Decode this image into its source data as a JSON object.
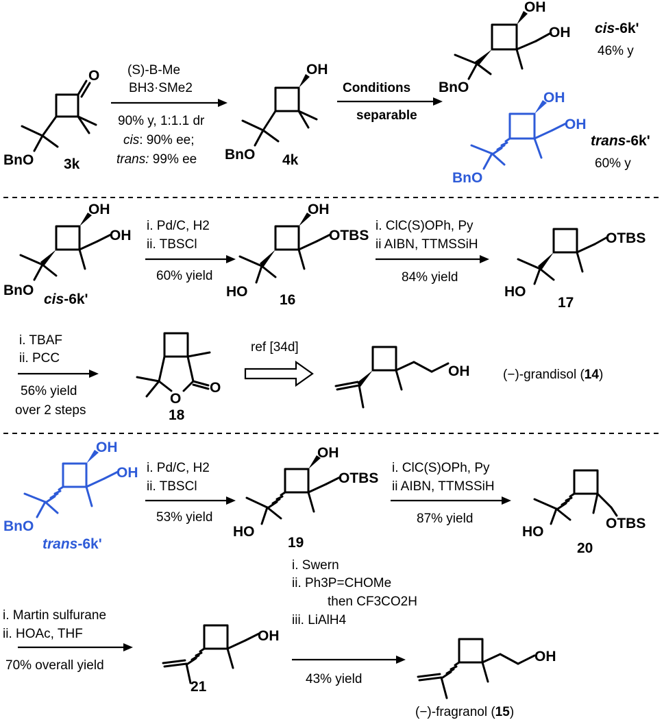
{
  "row1": {
    "sm_label": "3k",
    "c1": "(S)-B-Me",
    "c2": "BH3·SMe2",
    "c3": "90% y, 1:1.1 dr",
    "c4_a": "cis",
    "c4_b": ": 90% ee;",
    "c5_a": "trans:",
    "c5_b": " 99% ee",
    "p_label": "4k",
    "cond_a": "Conditions",
    "cond_b": "separable",
    "cis_a": "cis",
    "cis_b": "-6k'",
    "cis_yield": "46% y",
    "trans_a": "trans",
    "trans_b": "-6k'",
    "trans_yield": "60% y"
  },
  "row2": {
    "sm_a": "cis",
    "sm_b": "-6k'",
    "c1": "i. Pd/C, H2",
    "c2": "ii. TBSCl",
    "c3": "60% yield",
    "p1": "16",
    "c4": "i. ClC(S)OPh, Py",
    "c5": "ii AIBN, TTMSSiH",
    "c6": "84% yield",
    "p2": "17"
  },
  "row3": {
    "c1": "i. TBAF",
    "c2": "ii. PCC",
    "c3": "56% yield",
    "c4": "over 2 steps",
    "p1": "18",
    "ref": "ref [34d]",
    "name_a": "(−)-grandisol (",
    "name_num": "14",
    "name_c": ")"
  },
  "row4": {
    "sm_a": "trans",
    "sm_b": "-6k'",
    "c1": "i. Pd/C, H2",
    "c2": "ii. TBSCl",
    "c3": "53% yield",
    "p1": "19",
    "c4": "i. ClC(S)OPh, Py",
    "c5": "ii AIBN, TTMSSiH",
    "c6": "87% yield",
    "p2": "20"
  },
  "row5": {
    "c1": "i. Martin sulfurane",
    "c2": "ii. HOAc, THF",
    "c3": "70% overall yield",
    "p1": "21",
    "c4": "i. Swern",
    "c5": "ii. Ph3P=CHOMe",
    "c6": "then CF3CO2H",
    "c7": "iii. LiAlH4",
    "c8": "43% yield",
    "name_a": "(−)-fragranol (",
    "name_num": "15",
    "name_c": ")"
  },
  "atoms": {
    "OH": "OH",
    "O": "O",
    "BnO": "BnO",
    "HO": "HO",
    "OTBS": "OTBS"
  },
  "colors": {
    "highlight": "#2e5bd8"
  }
}
